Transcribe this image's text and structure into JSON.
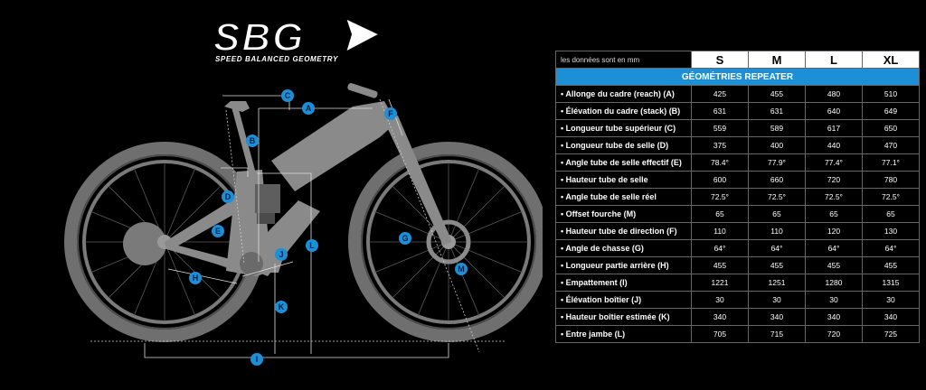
{
  "logo": {
    "main": "SBG",
    "sub": "SPEED BALANCED GEOMETRY"
  },
  "table": {
    "header_note": "les données sont en mm",
    "sizes": [
      "S",
      "M",
      "L",
      "XL"
    ],
    "title": "GÉOMÉTRIES REPEATER",
    "rows": [
      {
        "label": "• Allonge du cadre (reach) (A)",
        "values": [
          "425",
          "455",
          "480",
          "510"
        ]
      },
      {
        "label": "• Élévation du cadre (stack) (B)",
        "values": [
          "631",
          "631",
          "640",
          "649"
        ]
      },
      {
        "label": "• Longueur tube supérieur (C)",
        "values": [
          "559",
          "589",
          "617",
          "650"
        ]
      },
      {
        "label": "• Longueur tube de selle (D)",
        "values": [
          "375",
          "400",
          "440",
          "470"
        ]
      },
      {
        "label": "• Angle tube de selle effectif (E)",
        "values": [
          "78.4°",
          "77.9°",
          "77.4°",
          "77.1°"
        ]
      },
      {
        "label": "• Hauteur tube de selle",
        "values": [
          "600",
          "660",
          "720",
          "780"
        ]
      },
      {
        "label": "• Angle tube de selle réel",
        "values": [
          "72.5°",
          "72.5°",
          "72.5°",
          "72.5°"
        ]
      },
      {
        "label": "• Offset fourche (M)",
        "values": [
          "65",
          "65",
          "65",
          "65"
        ]
      },
      {
        "label": "• Hauteur tube de direction (F)",
        "values": [
          "110",
          "110",
          "120",
          "130"
        ]
      },
      {
        "label": "• Angle de chasse (G)",
        "values": [
          "64°",
          "64°",
          "64°",
          "64°"
        ]
      },
      {
        "label": "• Longueur partie arrière (H)",
        "values": [
          "455",
          "455",
          "455",
          "455"
        ]
      },
      {
        "label": "• Empattement (I)",
        "values": [
          "1221",
          "1251",
          "1280",
          "1315"
        ]
      },
      {
        "label": "• Élévation boîtier (J)",
        "values": [
          "30",
          "30",
          "30",
          "30"
        ]
      },
      {
        "label": "• Hauteur boîtier estimée (K)",
        "values": [
          "340",
          "340",
          "340",
          "340"
        ]
      },
      {
        "label": "• Entre jambe (L)",
        "values": [
          "705",
          "715",
          "720",
          "725"
        ]
      }
    ]
  },
  "markers": [
    {
      "letter": "A"
    },
    {
      "letter": "B"
    },
    {
      "letter": "C"
    },
    {
      "letter": "D"
    },
    {
      "letter": "E"
    },
    {
      "letter": "F"
    },
    {
      "letter": "G"
    },
    {
      "letter": "H"
    },
    {
      "letter": "I"
    },
    {
      "letter": "J"
    },
    {
      "letter": "K"
    },
    {
      "letter": "L"
    },
    {
      "letter": "M"
    }
  ],
  "colors": {
    "frame": "#8a8a8a",
    "tire": "#6f6f6f",
    "marker": "#1c8fd6",
    "title_bar": "#1c8fd6",
    "background": "#000000"
  }
}
